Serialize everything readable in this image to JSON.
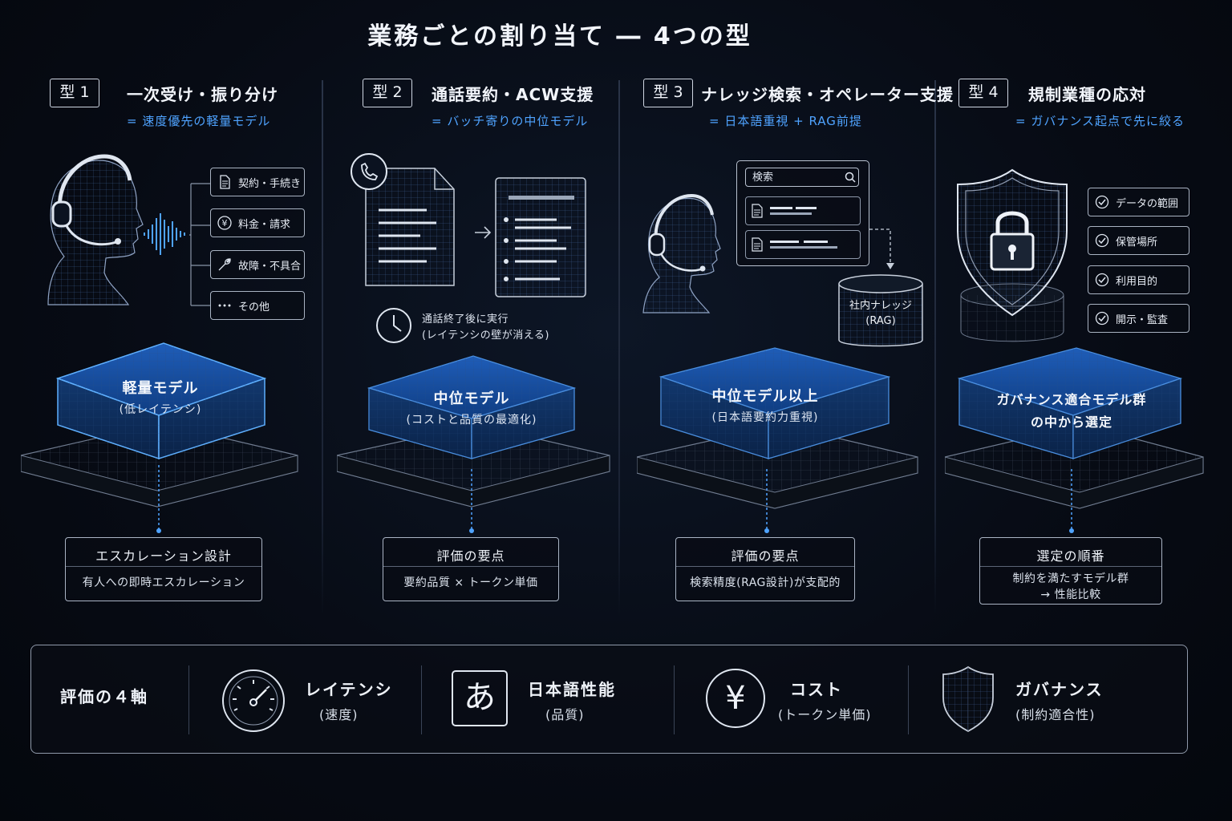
{
  "title": "業務ごとの割り当て ― 4つの型",
  "types": [
    {
      "badge": "型 1",
      "heading": "一次受け・振り分け",
      "subheading": "= 速度優先の軽量モデル",
      "chips": [
        {
          "icon": "document-icon",
          "label": "契約・手続き"
        },
        {
          "icon": "yen-icon",
          "label": "料金・請求"
        },
        {
          "icon": "wrench-icon",
          "label": "故障・不具合"
        },
        {
          "icon": "ellipsis-icon",
          "label": "その他"
        }
      ],
      "model_line1": "軽量モデル",
      "model_line2": "(低レイテンシ)",
      "box_title": "エスカレーション設計",
      "box_body": "有人への即時エスカレーション"
    },
    {
      "badge": "型 2",
      "heading": "通話要約・ACW支援",
      "subheading": "= バッチ寄りの中位モデル",
      "note_line1": "通話終了後に実行",
      "note_line2": "(レイテンシの壁が消える)",
      "model_line1": "中位モデル",
      "model_line2": "(コストと品質の最適化)",
      "box_title": "評価の要点",
      "box_body": "要約品質 × トークン単価"
    },
    {
      "badge": "型 3",
      "heading": "ナレッジ検索・オペレーター支援",
      "subheading": "= 日本語重視 + RAG前提",
      "search_placeholder": "検索",
      "db_line1": "社内ナレッジ",
      "db_line2": "(RAG)",
      "model_line1": "中位モデル以上",
      "model_line2": "(日本語要約力重視)",
      "box_title": "評価の要点",
      "box_body": "検索精度(RAG設計)が支配的"
    },
    {
      "badge": "型 4",
      "heading": "規制業種の応対",
      "subheading": "= ガバナンス起点で先に絞る",
      "checks": [
        "データの範囲",
        "保管場所",
        "利用目的",
        "開示・監査"
      ],
      "model_line1": "ガバナンス適合モデル群",
      "model_line2": "の中から選定",
      "box_title": "選定の順番",
      "box_body_line1": "制約を満たすモデル群",
      "box_body_line2": "→ 性能比較"
    }
  ],
  "axes": {
    "label": "評価の４軸",
    "items": [
      {
        "icon": "speedometer-icon",
        "name": "レイテンシ",
        "sub": "(速度)"
      },
      {
        "icon": "hiragana-a-icon",
        "glyph": "あ",
        "name": "日本語性能",
        "sub": "(品質)"
      },
      {
        "icon": "yen-coin-icon",
        "glyph": "¥",
        "name": "コスト",
        "sub": "(トークン単価)"
      },
      {
        "icon": "shield-icon",
        "name": "ガバナンス",
        "sub": "(制約適合性)"
      }
    ]
  },
  "colors": {
    "accent": "#4fa3ff",
    "background": "#070b14",
    "glow": "#1e6fd9"
  }
}
